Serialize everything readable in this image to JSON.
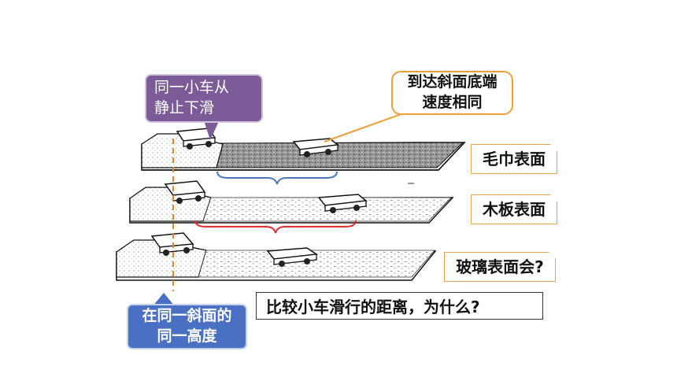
{
  "callouts": {
    "same_car": [
      "同一小车从",
      "静止下滑"
    ],
    "same_speed": [
      "到达斜面底端",
      "速度相同"
    ],
    "same_height": [
      "在同一斜面的",
      "同一高度"
    ]
  },
  "surfaces": {
    "towel": "毛巾表面",
    "wood": "木板表面",
    "glass": "玻璃表面会?"
  },
  "question": "比较小车滑行的距离，为什么?",
  "colors": {
    "purple": "#7b5c99",
    "orange": "#ed9d3a",
    "blue": "#4a70c4",
    "brace_blue": "#4a78c0",
    "brace_red": "#e03030",
    "guide_line": "#e8842c"
  }
}
